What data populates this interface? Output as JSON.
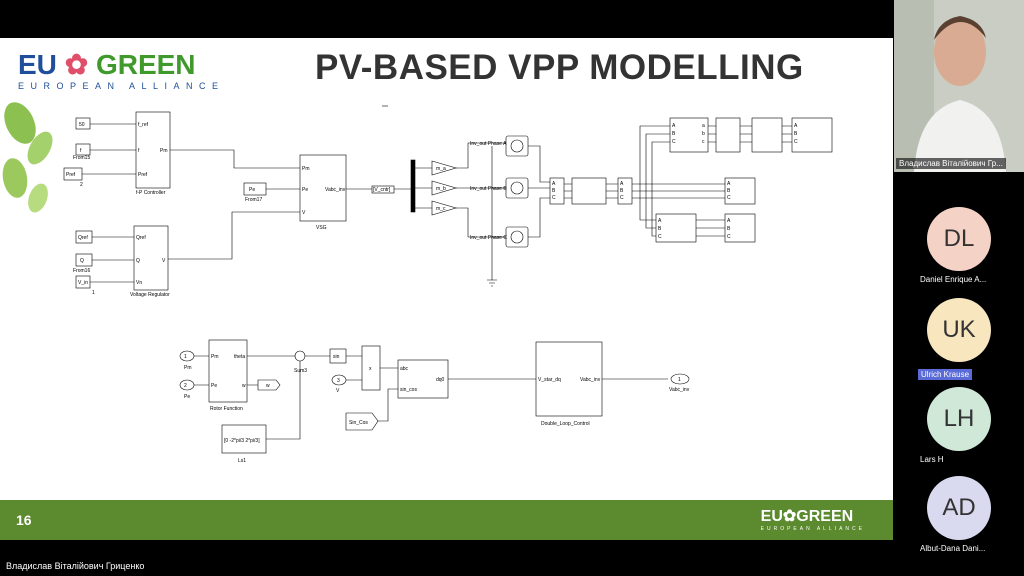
{
  "slide": {
    "title": "PV-BASED VPP MODELLING",
    "page_number": "16",
    "logo": {
      "eu": "EU",
      "green": "GREEN",
      "sub": "EUROPEAN ALLIANCE"
    },
    "footer_logo": {
      "eu": "EU",
      "green": "GREEN",
      "sub": "EUROPEAN ALLIANCE"
    },
    "colors": {
      "footer": "#5b8a2f",
      "logo_blue": "#1f4f9a",
      "logo_green": "#3f9a2b"
    }
  },
  "diagram": {
    "const_50": "50",
    "f_in": "f",
    "from15": "From15",
    "pref": "Pref",
    "two": "2",
    "fp_controller": "f-P Controller",
    "fp_ports": {
      "f_ref": "f_ref",
      "f": "f",
      "pref": "Pref",
      "pm": "Pm"
    },
    "pe": "Pe",
    "from17": "From17",
    "vsg": "VSG",
    "vsg_ports": {
      "pm": "Pm",
      "pe": "Pe",
      "v": "V",
      "vabc": "Vabc_inv"
    },
    "goto_vcntr": "[V_cntr]",
    "qref": "Qref",
    "q": "Q",
    "from16": "From16",
    "vin": "V_in",
    "one": "1",
    "voltage_regulator": "Voltage Regulator",
    "vr_ports": {
      "qref": "Qref",
      "q": "Q",
      "vn": "Vn",
      "v": "V"
    },
    "gain_a": "m_a",
    "gain_b": "m_b",
    "gain_c": "m_c",
    "inv_a": "Inv_out Phase A",
    "inv_b": "Inv_out Phase B",
    "inv_c": "Inv_out Phase C",
    "in1_num": "1",
    "in1_label": "Pm",
    "in2_num": "2",
    "in2_label": "Pe",
    "rotor_function": "Rotor Function",
    "rotor_ports": {
      "pm": "Pm",
      "pe": "Pe",
      "theta": "theta",
      "w": "w"
    },
    "w_goto": "w",
    "sum_label": "Sum3",
    "sin": "sin",
    "product": "x",
    "in3_num": "3",
    "in3_label": "V",
    "abc_dq0": {
      "abc": "abc",
      "sincos": "sin_cos",
      "dq0": "dq0"
    },
    "sin_cos_from": "Sin_Cos",
    "const_ls1": "[0 -2*pi/3 2*pi/3]",
    "ls1": "Ls1",
    "double_loop": "Double_Loop_Control",
    "dl_ports": {
      "in": "V_star_dq",
      "out": "Vabc_inv"
    },
    "out1_num": "1",
    "out1_label": "Vabc_inv",
    "abc": {
      "a": "A",
      "b": "B",
      "c": "C",
      "a2": "a",
      "b2": "b",
      "c2": "c"
    }
  },
  "participants": {
    "presenter": "Владислав Віталійович Гр...",
    "list": [
      {
        "initials": "DL",
        "name": "Daniel Enrique A...",
        "color": "#f4d2c6"
      },
      {
        "initials": "UK",
        "name": "Ulrich Krause",
        "color": "#f7e6be"
      },
      {
        "initials": "LH",
        "name": "Lars H",
        "color": "#cfe8d8"
      },
      {
        "initials": "AD",
        "name": "Albut-Dana Dani...",
        "color": "#d9d9ef"
      }
    ]
  },
  "screen_share_owner": "Владислав Віталійович Гриценко"
}
